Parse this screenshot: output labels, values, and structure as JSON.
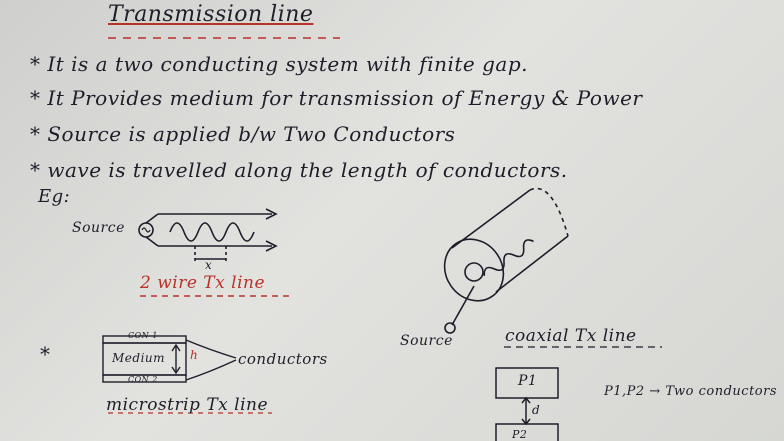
{
  "title": "Transmission line",
  "bullets": [
    {
      "mark": "*",
      "text": "It is a two conducting system with finite gap."
    },
    {
      "mark": "*",
      "text": "It Provides medium for transmission of Energy & Power"
    },
    {
      "mark": "*",
      "text": "Source is applied b/w Two Conductors"
    },
    {
      "mark": "*",
      "text": "wave is travelled along the length of conductors."
    }
  ],
  "example_label": "Eg:",
  "two_wire": {
    "source_label": "Source",
    "gap_label": "x",
    "caption": "2 wire Tx line"
  },
  "coaxial": {
    "source_label": "Source",
    "caption": "coaxial Tx line"
  },
  "microstrip": {
    "bullet": "*",
    "top_label": "CON 1",
    "medium_label": "Medium",
    "gap_label": "h",
    "bottom_label": "CON 2",
    "conductors_label": "conductors",
    "caption": "microstrip Tx line"
  },
  "parallel_plate": {
    "p1_label": "P1",
    "gap_label": "d",
    "p2_label": "P2",
    "note": "P1,P2 → Two conductors"
  },
  "colors": {
    "ink": "#1e1e2a",
    "red": "#b8322a",
    "paper": "#dcdcd9"
  }
}
